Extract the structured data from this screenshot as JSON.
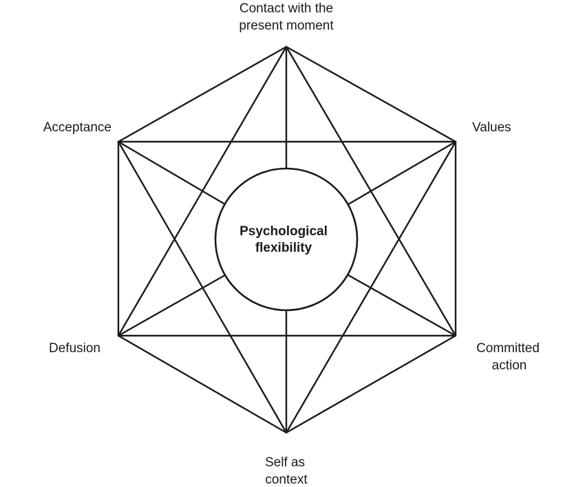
{
  "diagram": {
    "center": {
      "line1": "Psychological",
      "line2": "flexibility"
    },
    "nodes": {
      "top": {
        "line1": "Contact with the",
        "line2": "present moment"
      },
      "upper_left": {
        "line1": "Acceptance"
      },
      "upper_right": {
        "line1": "Values"
      },
      "lower_left": {
        "line1": "Defusion"
      },
      "lower_right": {
        "line1": "Committed",
        "line2": "action"
      },
      "bottom": {
        "line1": "Self as",
        "line2": "context"
      }
    },
    "colors": {
      "line": "#1a1a1a",
      "background": "#ffffff"
    }
  }
}
